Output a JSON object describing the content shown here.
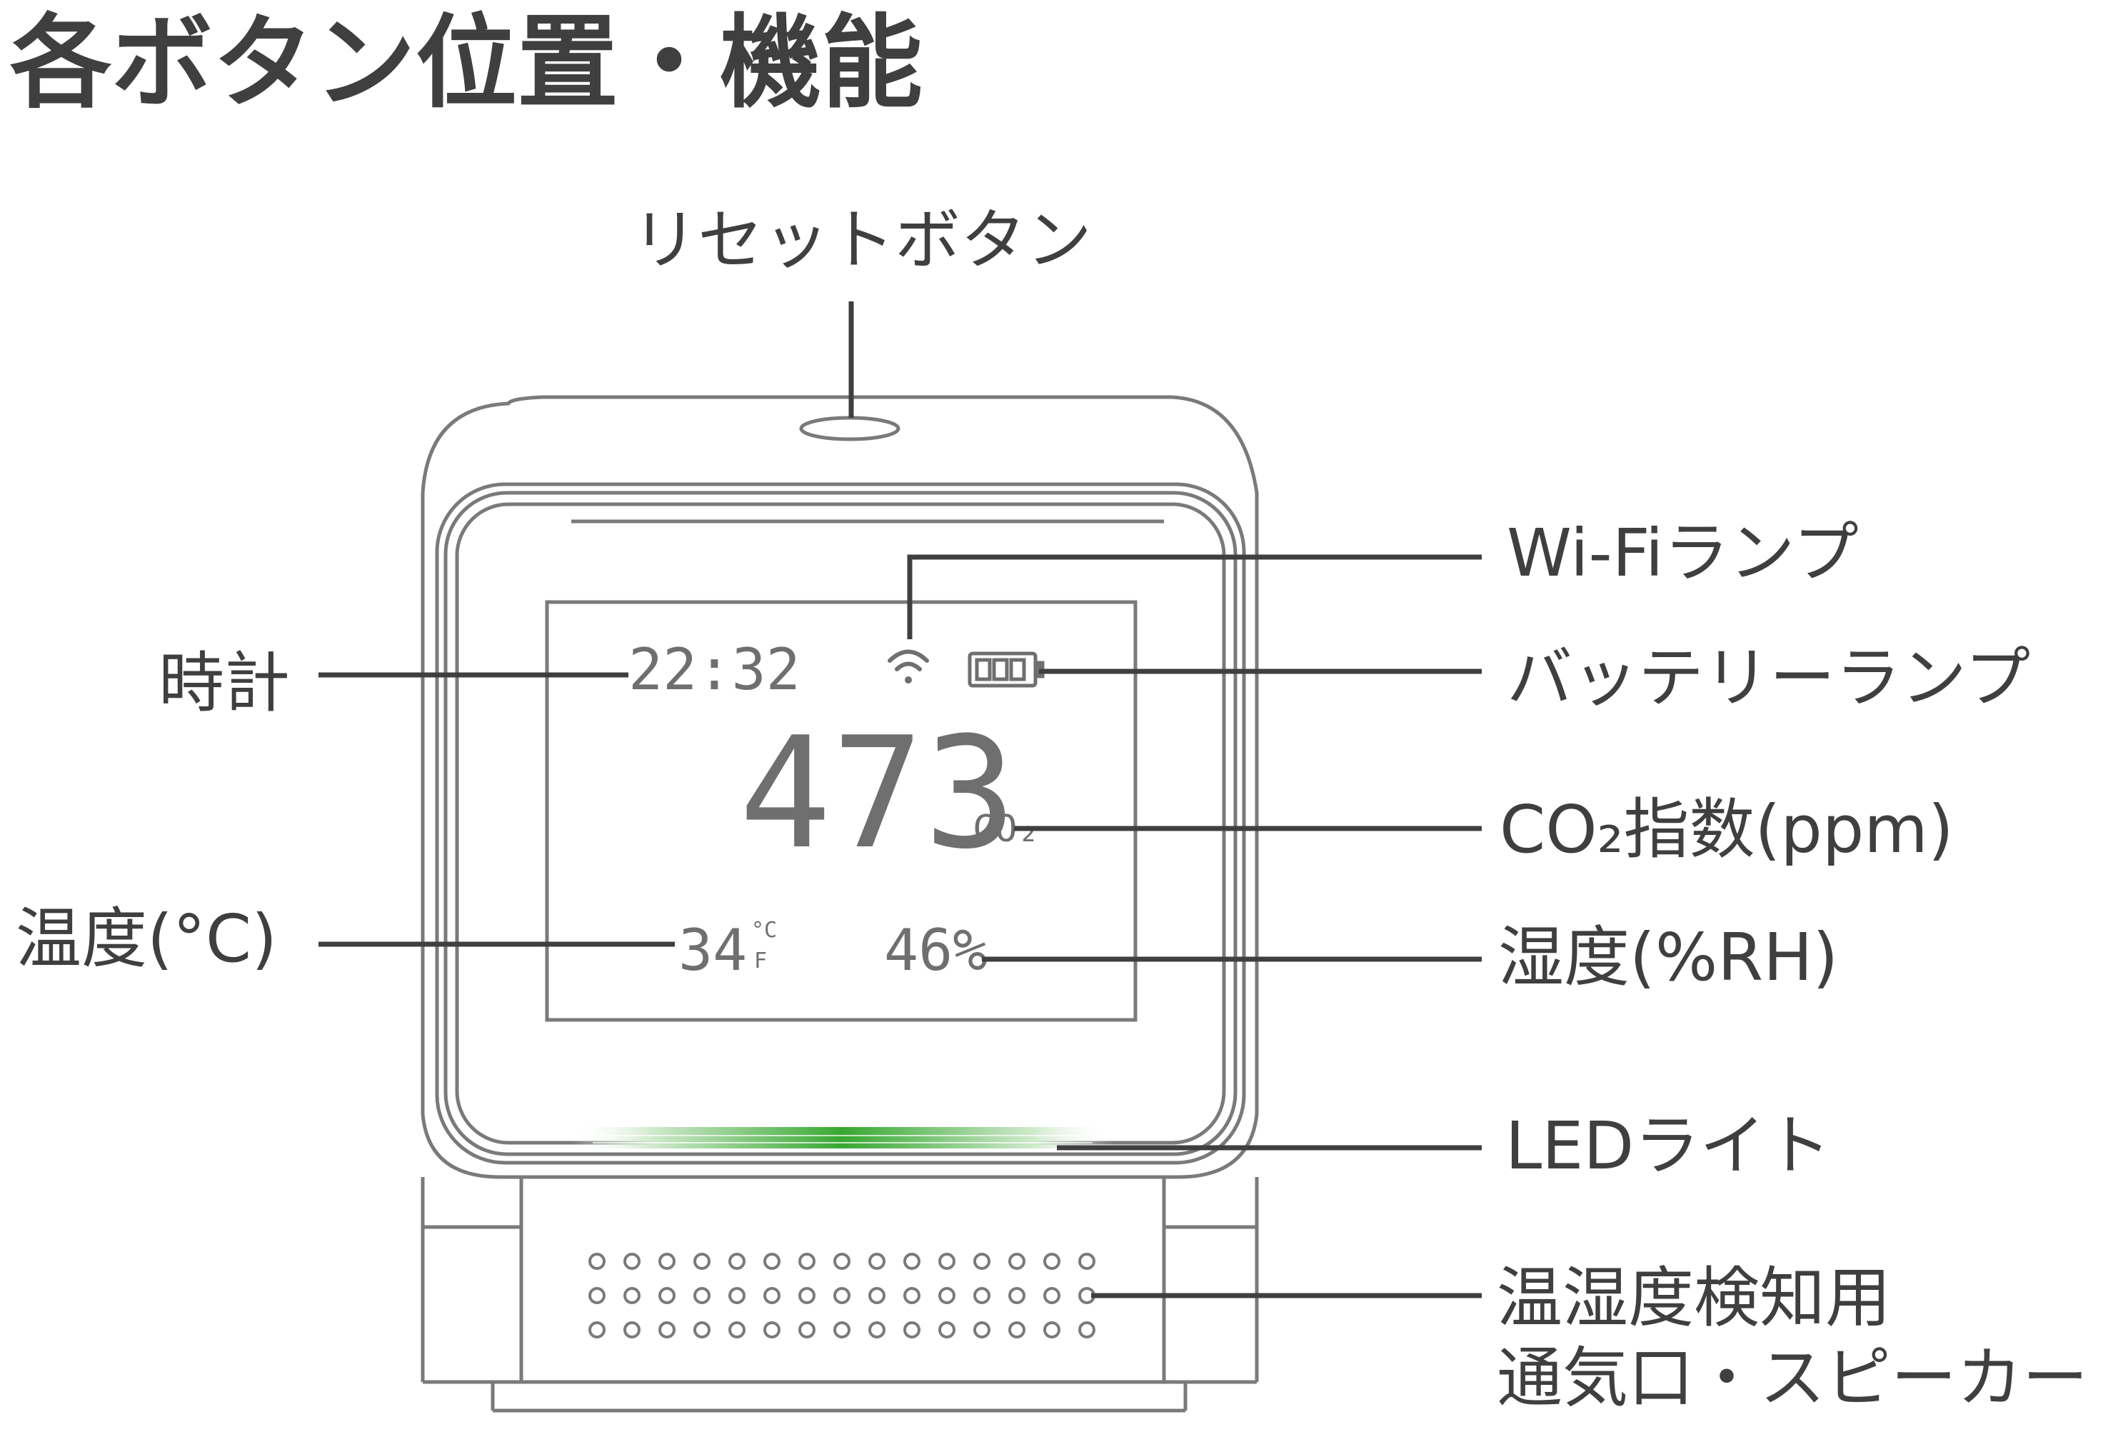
{
  "title": "各ボタン位置・機能",
  "labels": {
    "reset_button": "リセットボタン",
    "clock": "時計",
    "temperature": "温度(°C)",
    "wifi_lamp": "Wi-Fiランプ",
    "battery_lamp": "バッテリーランプ",
    "co2_index": "CO₂指数(ppm)",
    "humidity": "湿度(%RH)",
    "led_light": "LEDライト",
    "vent_line1": "温湿度検知用",
    "vent_line2": "通気口・スピーカー"
  },
  "display": {
    "time": "22:32",
    "co2_value": "473",
    "co2_unit": "CO₂",
    "temperature_value": "34",
    "temperature_unit": "°C",
    "temperature_sub": "F",
    "humidity_value": "46%"
  },
  "colors": {
    "text": "#3f3f3f",
    "device_outline": "#7a7a7a",
    "lcd_segments": "#6f6f6f",
    "led_green": "#38a832"
  },
  "icons": {
    "wifi": "wifi-icon",
    "battery": "battery-icon"
  }
}
